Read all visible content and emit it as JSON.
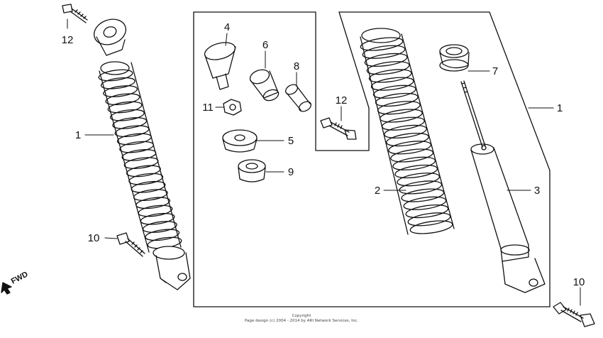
{
  "callouts": {
    "shock_left": "1",
    "shock_right": "1",
    "spring": "2",
    "damper": "3",
    "collar_4": "4",
    "collar_5": "5",
    "bushing_6": "6",
    "spring_seat": "7",
    "collar_8": "8",
    "bushing_9": "9",
    "bolt_10_left": "10",
    "bolt_10_right": "10",
    "nut": "11",
    "bolt_12_top": "12",
    "bolt_12_box": "12"
  },
  "direction_label": "FWD",
  "copyright": {
    "line1": "Copyright",
    "line2": "Page design (c) 2004 - 2014 by ARI Network Services, Inc."
  },
  "colors": {
    "line": "#111111",
    "background": "#ffffff"
  }
}
